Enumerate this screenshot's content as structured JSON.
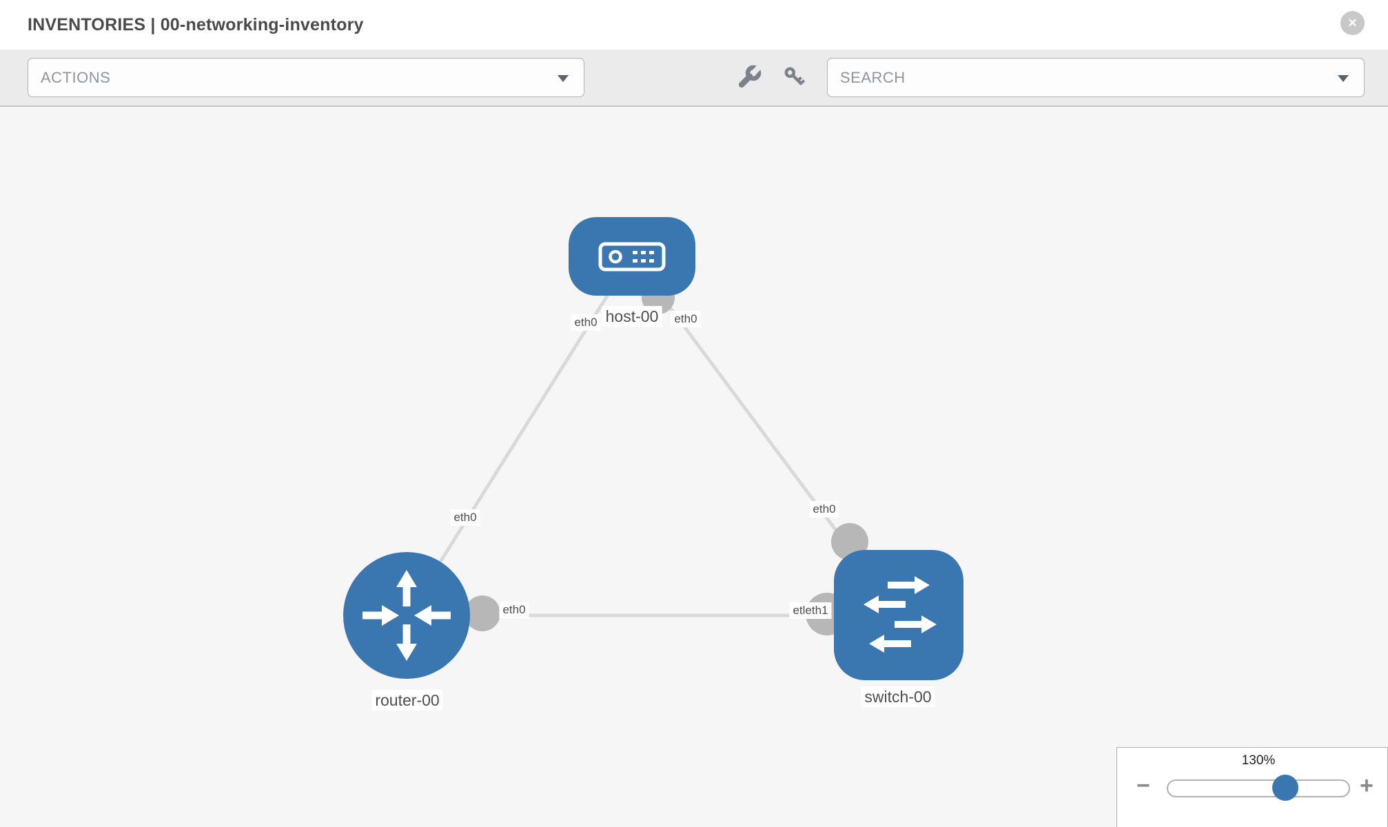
{
  "header": {
    "title": "INVENTORIES | 00-networking-inventory",
    "close_glyph": "✕"
  },
  "toolbar": {
    "actions_label": "ACTIONS",
    "search_placeholder": "SEARCH",
    "icons": [
      "wrench-icon",
      "key-icon"
    ]
  },
  "diagram": {
    "nodes": [
      {
        "id": "host-00",
        "type": "host",
        "label": "host-00",
        "icon": "host-icon"
      },
      {
        "id": "router-00",
        "type": "router",
        "label": "router-00",
        "icon": "router-icon"
      },
      {
        "id": "switch-00",
        "type": "switch",
        "label": "switch-00",
        "icon": "switch-icon"
      }
    ],
    "links": [
      {
        "from": "host-00",
        "to": "router-00"
      },
      {
        "from": "host-00",
        "to": "switch-00"
      },
      {
        "from": "router-00",
        "to": "switch-00"
      }
    ],
    "interface_labels": {
      "host_left": "eth0",
      "host_right": "eth0",
      "host_router_mid": "eth0",
      "host_switch_mid": "eth0",
      "router_switch_left": "eth0",
      "router_switch_right": "etleth1"
    }
  },
  "zoom_panel": {
    "level": "130%",
    "minus_glyph": "−",
    "plus_glyph": "+"
  },
  "colors": {
    "node_blue": "#3a76b0",
    "interface_gray": "#b7b7b7",
    "link_gray": "#d9d9d9",
    "canvas_bg": "#f6f6f6",
    "toolbar_bg": "#ebebeb"
  }
}
